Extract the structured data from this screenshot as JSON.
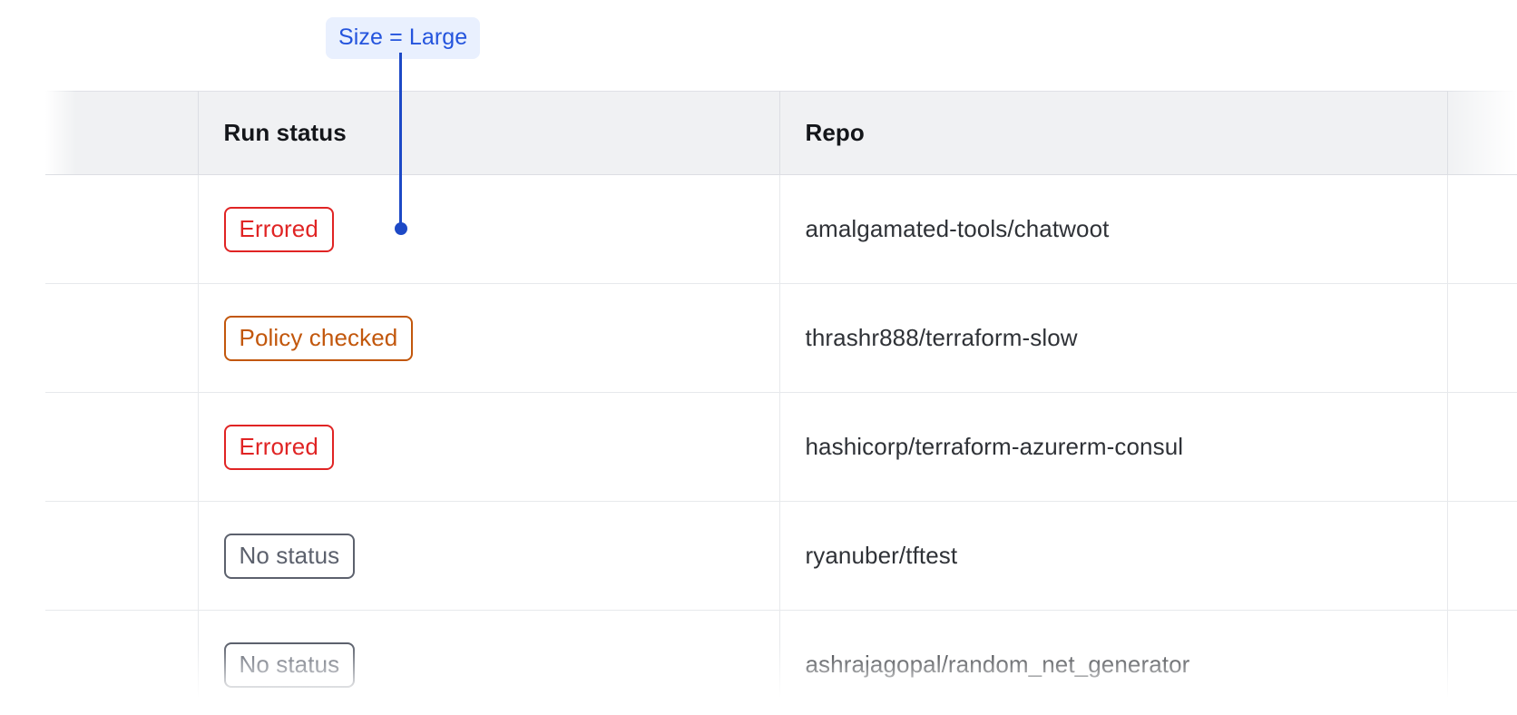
{
  "annotation": {
    "label": "Size = Large",
    "chip_bg": "#e9f0fe",
    "chip_text_color": "#2454dd",
    "connector_color": "#1d49c6"
  },
  "table": {
    "columns": [
      {
        "key": "spacer",
        "label": ""
      },
      {
        "key": "run_status",
        "label": "Run status"
      },
      {
        "key": "repo",
        "label": "Repo"
      },
      {
        "key": "tail",
        "label": ""
      }
    ],
    "rows": [
      {
        "run_status": "Errored",
        "status_kind": "errored",
        "repo": "amalgamated-tools/chatwoot"
      },
      {
        "run_status": "Policy checked",
        "status_kind": "policy-checked",
        "repo": "thrashr888/terraform-slow"
      },
      {
        "run_status": "Errored",
        "status_kind": "errored",
        "repo": "hashicorp/terraform-azurerm-consul"
      },
      {
        "run_status": "No status",
        "status_kind": "no-status",
        "repo": "ryanuber/tftest"
      },
      {
        "run_status": "No status",
        "status_kind": "no-status",
        "repo": "ashrajagopal/random_net_generator"
      }
    ],
    "status_colors": {
      "errored": "#e02424",
      "policy-checked": "#c2570c",
      "no-status": "#5c616d"
    },
    "header_bg": "#f0f1f3",
    "header_text_color": "#14161a",
    "body_text_color": "#2f3237",
    "border_color": "#e7e9ec"
  }
}
